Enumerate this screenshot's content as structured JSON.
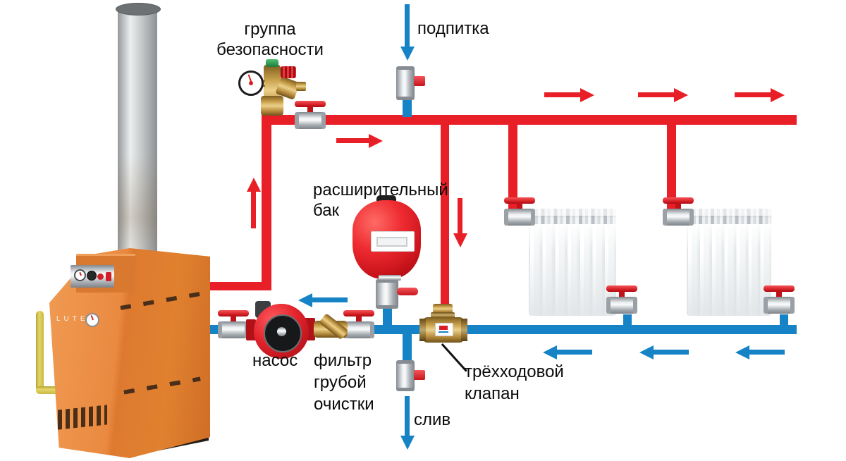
{
  "diagram": {
    "title_hint": "heating system piping scheme",
    "labels": {
      "safety_group": "группа\nбезопасности",
      "makeup": "подпитка",
      "expansion_tank": "расширительный\n бак",
      "pump": "насос",
      "filter": "фильтр\nгрубой\nочистки",
      "three_way_valve": "трёхходовой\nклапан",
      "drain": "слив"
    },
    "boiler": {
      "brand": "LUTEX"
    },
    "colors": {
      "supply_pipe": "#e81f26",
      "return_pipe": "#1583c5",
      "boiler_body": "#e8863f",
      "expansion_tank_red": "#d81e24",
      "brass": "#c59a4a",
      "radiator_white": "#ffffff"
    },
    "radiators_count": 2
  }
}
